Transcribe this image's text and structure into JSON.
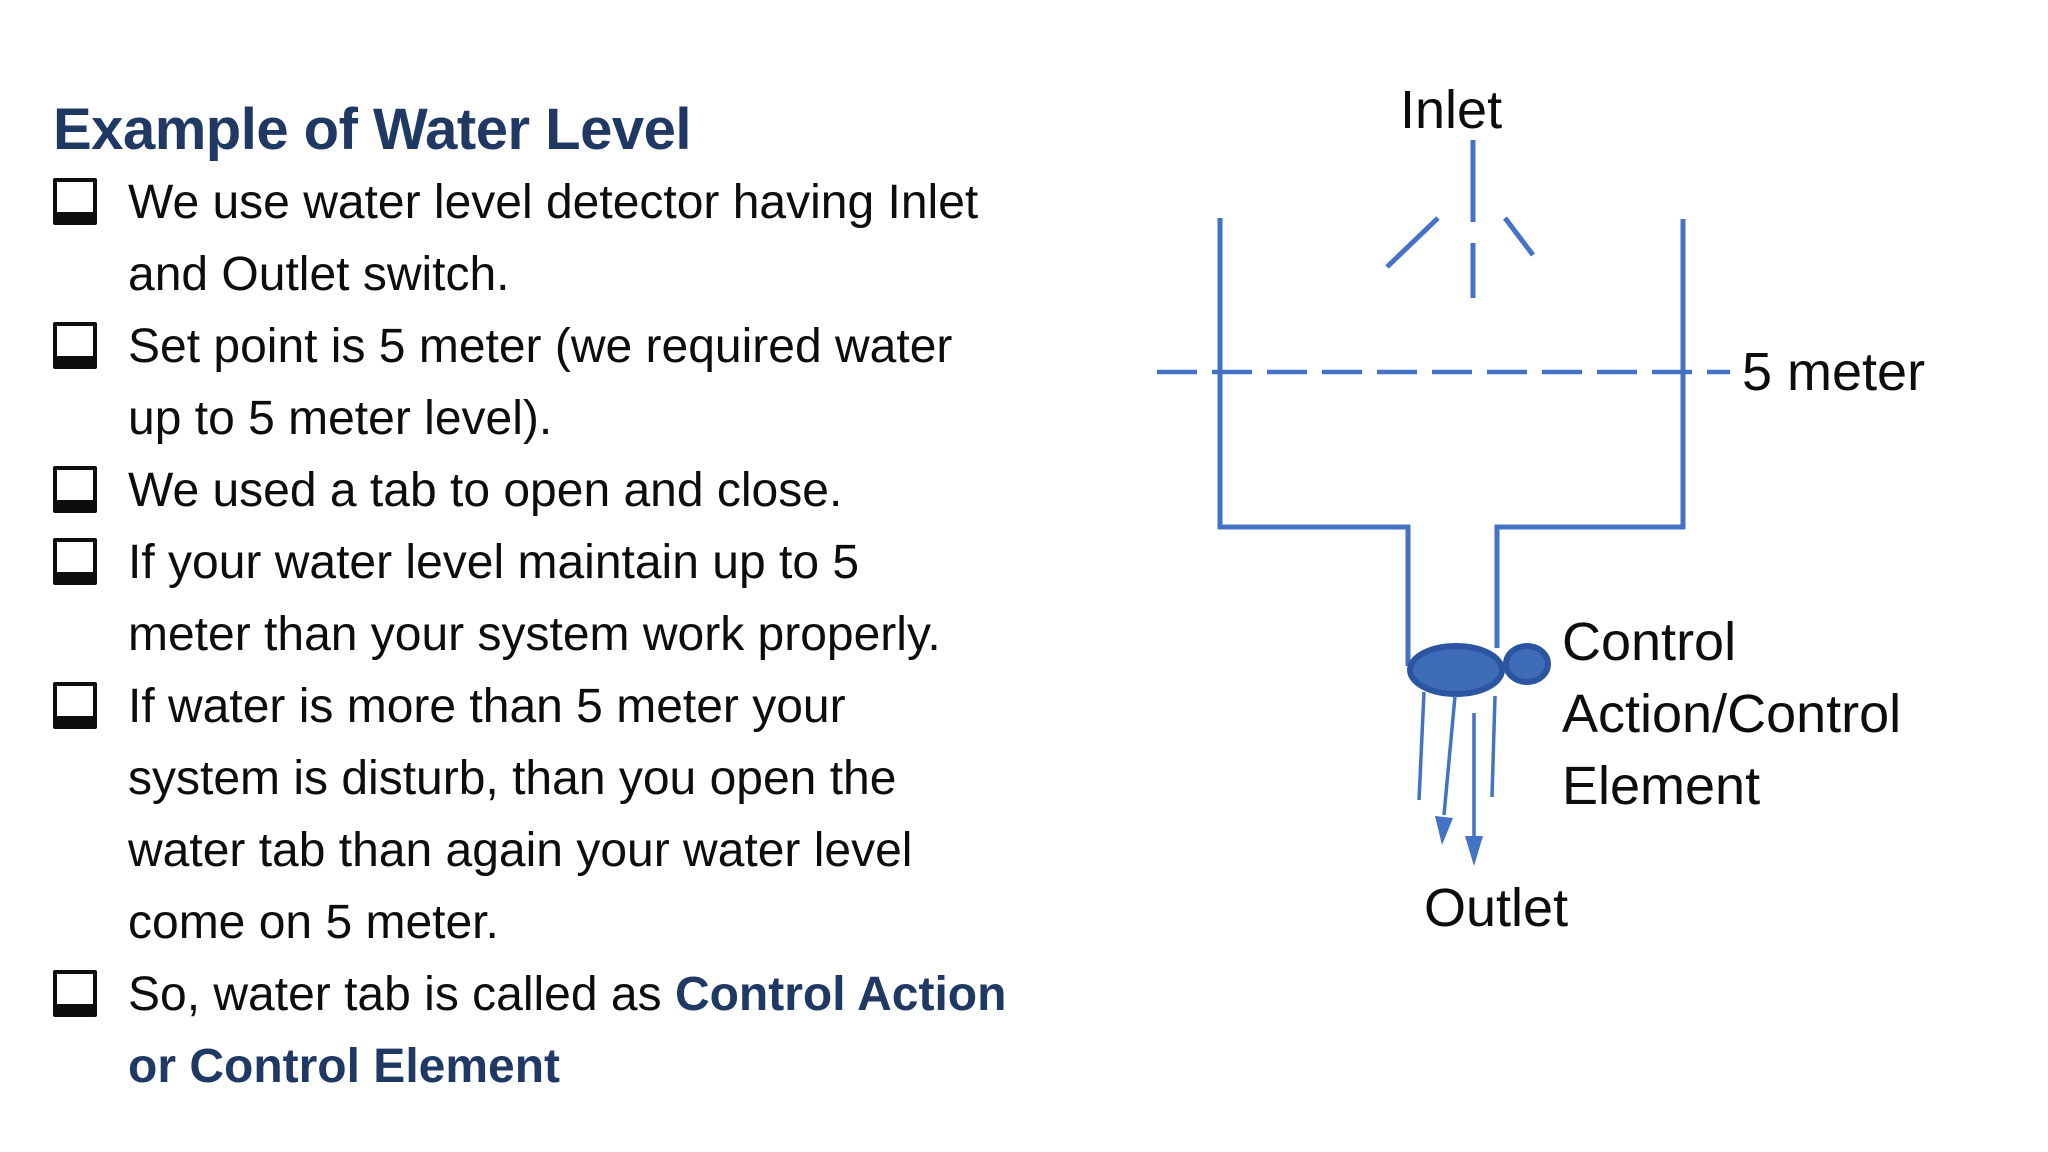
{
  "slide": {
    "title": "Example of Water Level",
    "bullet_icon": "shadowed-square-bullet",
    "bullets": [
      {
        "text": "We use water level detector having Inlet\nand Outlet switch."
      },
      {
        "text": "Set point is 5 meter (we required water\nup to 5 meter level)."
      },
      {
        "text": "We used a tab to open and close."
      },
      {
        "text": "If your water level maintain up to 5\nmeter than your system work properly."
      },
      {
        "text": "If water is more than 5 meter your\nsystem is disturb, than you open the\nwater tab than again your water level\ncome on 5 meter."
      },
      {
        "prefix": "So, water tab is called as ",
        "bold_line1": "Control Action",
        "bold_line2": "or Control Element"
      }
    ]
  },
  "diagram": {
    "labels": {
      "inlet": "Inlet",
      "set_point": "5 meter",
      "control": "Control\nAction/Control\nElement",
      "outlet": "Outlet"
    },
    "set_point_value_meters": 5
  },
  "colors": {
    "accent-blue": "#4472C4",
    "valve-fill": "#3E6CB8",
    "valve-stroke": "#2B55A0",
    "title-navy": "#1F3864",
    "body-black": "#0D0D0D",
    "bg": "#FFFFFF"
  }
}
